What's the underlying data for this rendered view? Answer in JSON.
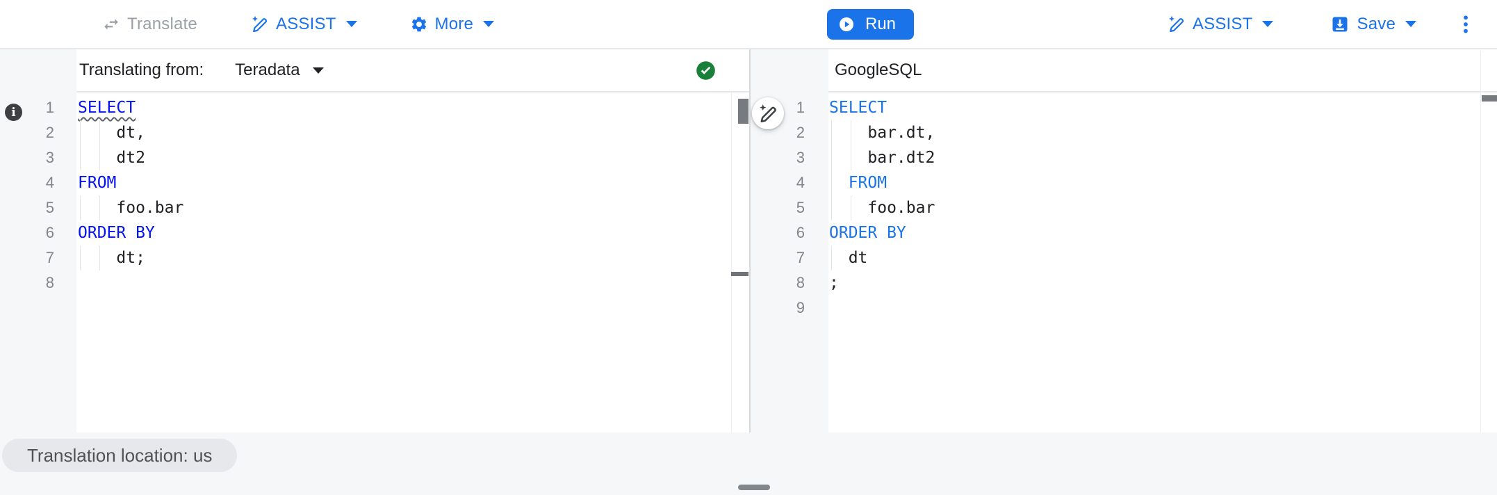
{
  "colors": {
    "accent": "#1a73e8",
    "text": "#202124",
    "disabled_text": "#9aa0a6",
    "line_number": "#80868b",
    "left_keyword": "#0313f0",
    "right_keyword": "#1a73e8",
    "squiggle": "#5f6368",
    "gutter_bg": "#f6f7f9",
    "footer_bg": "#f6f7f9",
    "chip_bg": "#e6e8eb",
    "chip_text": "#4f5357",
    "check_green": "#188038",
    "scroll_thumb": "#5f6368",
    "info_bg": "#3c4043",
    "border": "#e4e6e9"
  },
  "toolbar": {
    "translate_label": "Translate",
    "assist_label": "ASSIST",
    "more_label": "More",
    "run_label": "Run",
    "assist_right_label": "ASSIST",
    "save_label": "Save"
  },
  "left_panel": {
    "header_label": "Translating from:",
    "source_dialect": "Teradata",
    "status": "success",
    "lines": [
      {
        "n": "1",
        "parts": [
          [
            "kw-sq",
            "SELECT"
          ]
        ],
        "guides": []
      },
      {
        "n": "2",
        "parts": [
          [
            "pl",
            "    dt,"
          ]
        ],
        "guides": [
          0,
          2
        ]
      },
      {
        "n": "3",
        "parts": [
          [
            "pl",
            "    dt2"
          ]
        ],
        "guides": [
          0,
          2
        ]
      },
      {
        "n": "4",
        "parts": [
          [
            "kw",
            "FROM"
          ]
        ],
        "guides": []
      },
      {
        "n": "5",
        "parts": [
          [
            "pl",
            "    foo.bar"
          ]
        ],
        "guides": [
          0,
          2
        ]
      },
      {
        "n": "6",
        "parts": [
          [
            "kw",
            "ORDER BY"
          ]
        ],
        "guides": []
      },
      {
        "n": "7",
        "parts": [
          [
            "pl",
            "    dt;"
          ]
        ],
        "guides": [
          0,
          2
        ]
      },
      {
        "n": "8",
        "parts": [],
        "guides": []
      }
    ]
  },
  "right_panel": {
    "header_label": "GoogleSQL",
    "lines": [
      {
        "n": "1",
        "parts": [
          [
            "kw",
            "SELECT"
          ]
        ],
        "guides": []
      },
      {
        "n": "2",
        "parts": [
          [
            "pl",
            "    bar.dt,"
          ]
        ],
        "guides": [
          0,
          2
        ]
      },
      {
        "n": "3",
        "parts": [
          [
            "pl",
            "    bar.dt2"
          ]
        ],
        "guides": [
          0,
          2
        ]
      },
      {
        "n": "4",
        "parts": [
          [
            "pl",
            "  "
          ],
          [
            "kw",
            "FROM"
          ]
        ],
        "guides": [
          0
        ]
      },
      {
        "n": "5",
        "parts": [
          [
            "pl",
            "    foo.bar"
          ]
        ],
        "guides": [
          0,
          2
        ]
      },
      {
        "n": "6",
        "parts": [
          [
            "kw",
            "ORDER BY"
          ]
        ],
        "guides": []
      },
      {
        "n": "7",
        "parts": [
          [
            "pl",
            "  dt"
          ]
        ],
        "guides": [
          0
        ]
      },
      {
        "n": "8",
        "parts": [
          [
            "pl",
            ";"
          ]
        ],
        "guides": []
      },
      {
        "n": "9",
        "parts": [],
        "guides": []
      }
    ]
  },
  "footer": {
    "location_chip": "Translation location: us"
  }
}
